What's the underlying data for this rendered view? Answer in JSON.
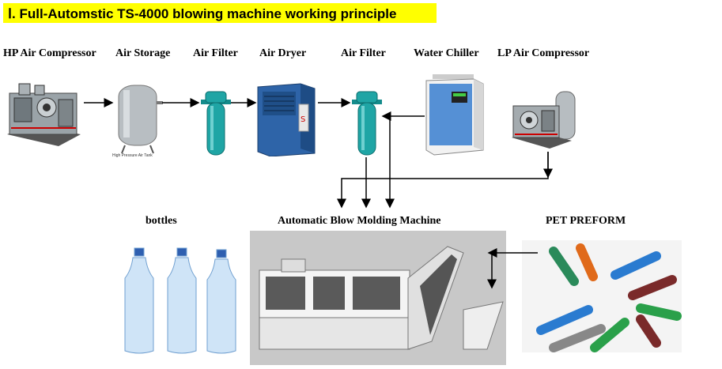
{
  "title": "Ⅰ. Full-Automstic TS-4000 blowing machine working principle",
  "labels": {
    "hp_compressor": "HP Air Compressor",
    "air_storage": "Air Storage",
    "air_filter_1": "Air Filter",
    "air_dryer": "Air Dryer",
    "air_filter_2": "Air Filter",
    "water_chiller": "Water Chiller",
    "lp_compressor": "LP Air Compressor",
    "bottles": "bottles",
    "blow_machine": "Automatic Blow Molding Machine",
    "pet_preform": "PET PREFORM"
  },
  "tank_caption": "High Pressure Air Tank",
  "colors": {
    "title_bg": "#ffff00",
    "filter": "#1fa5a5",
    "dryer": "#2e64a8",
    "chiller": "#f2f2f2",
    "machine_bg": "#c8c8c8"
  }
}
